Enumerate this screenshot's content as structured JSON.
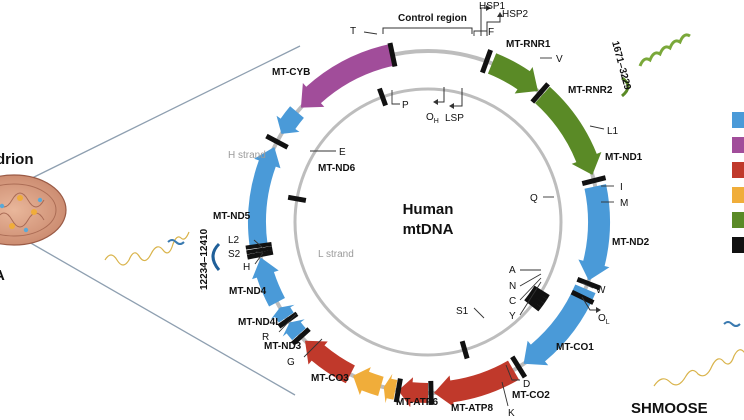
{
  "center": {
    "line1": "Human",
    "line2": "mtDNA"
  },
  "control_region": "Control region",
  "h_strand": "H strand",
  "l_strand": "L strand",
  "promoters": {
    "hsp1": "HSP1",
    "hsp2": "HSP2",
    "lsp": "LSP",
    "oh": "O",
    "oh_sub": "H",
    "ol": "O",
    "ol_sub": "L"
  },
  "left_cut": {
    "title": "drion",
    "letter": "A"
  },
  "shmoose": "SHMOOSE",
  "peptide_ranges": {
    "rnr2": "1671–3229",
    "nd5": "12234–12410"
  },
  "genes": [
    {
      "name": "MT-RNR1",
      "color": "#5a8a26"
    },
    {
      "name": "MT-RNR2",
      "color": "#5a8a26"
    },
    {
      "name": "MT-ND1",
      "color": "#4a9ad8"
    },
    {
      "name": "MT-ND2",
      "color": "#4a9ad8"
    },
    {
      "name": "MT-CO1",
      "color": "#c0392b"
    },
    {
      "name": "MT-CO2",
      "color": "#c0392b"
    },
    {
      "name": "MT-ATP8",
      "color": "#f0ad3a"
    },
    {
      "name": "MT-ATP6",
      "color": "#f0ad3a"
    },
    {
      "name": "MT-CO3",
      "color": "#c0392b"
    },
    {
      "name": "MT-ND3",
      "color": "#4a9ad8"
    },
    {
      "name": "MT-ND4L",
      "color": "#4a9ad8"
    },
    {
      "name": "MT-ND4",
      "color": "#4a9ad8"
    },
    {
      "name": "MT-ND5",
      "color": "#4a9ad8"
    },
    {
      "name": "MT-ND6",
      "color": "#4a9ad8"
    },
    {
      "name": "MT-CYB",
      "color": "#a14d9a"
    }
  ],
  "trnas": [
    "T",
    "F",
    "V",
    "L1",
    "I",
    "M",
    "Q",
    "A",
    "N",
    "C",
    "Y",
    "W",
    "S1",
    "D",
    "K",
    "G",
    "R",
    "H",
    "S2",
    "L2",
    "E",
    "P"
  ],
  "legend_colors": [
    "#4a9ad8",
    "#a14d9a",
    "#c0392b",
    "#f0ad3a",
    "#5a8a26",
    "#111111"
  ]
}
